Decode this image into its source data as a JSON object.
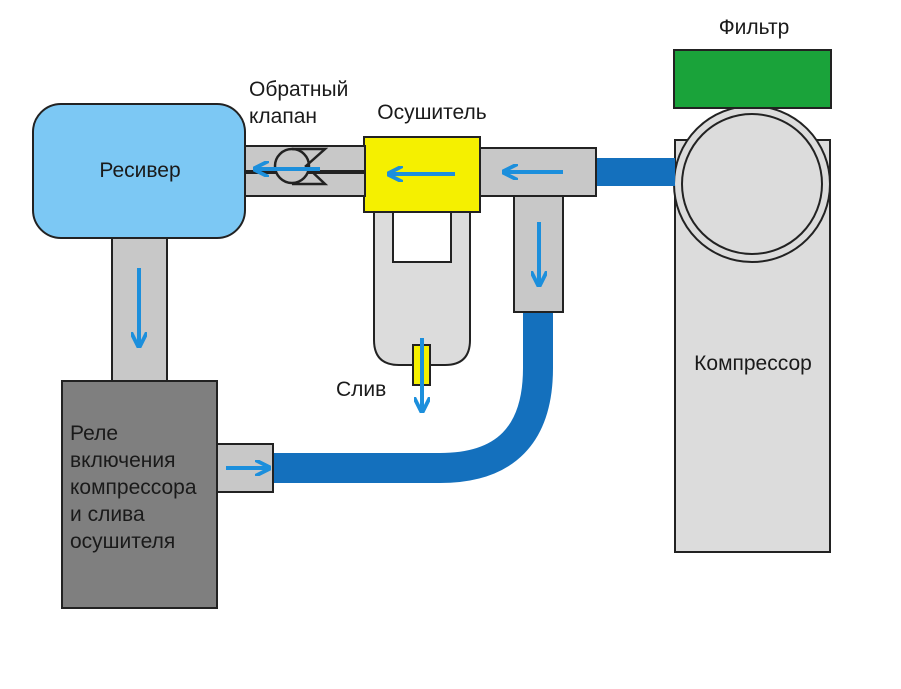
{
  "labels": {
    "filter": "Фильтр",
    "check_valve_line1": "Обратный",
    "check_valve_line2": "клапан",
    "dryer": "Осушитель",
    "receiver": "Ресивер",
    "compressor": "Компрессор",
    "drain": "Слив",
    "relay_line1": "Реле",
    "relay_line2": "включения",
    "relay_line3": "компрессора",
    "relay_line4": "и слива",
    "relay_line5": "осушителя"
  },
  "colors": {
    "receiver_fill": "#7cc8f4",
    "filter_fill": "#1aa33a",
    "dryer_fill": "#f5f000",
    "hose": "#1470bd",
    "arrow": "#1c8fdc",
    "pipe_fill": "#c8c8c8",
    "relay_fill": "#7f7f7f",
    "body_fill": "#dcdcdc"
  },
  "icons": {
    "flow_arrow": "flow-arrow-icon",
    "check_valve": "check-valve-icon"
  }
}
